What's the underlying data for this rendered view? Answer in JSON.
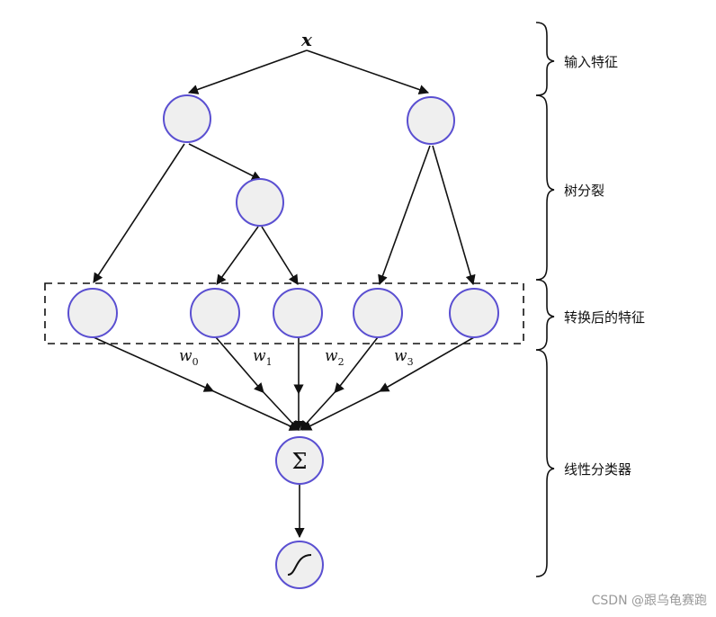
{
  "input_label": "x",
  "layer_labels": {
    "input": "输入特征",
    "tree_split": "树分裂",
    "transformed": "转换后的特征",
    "linear": "线性分类器"
  },
  "weights": [
    {
      "base": "w",
      "sub": "0"
    },
    {
      "base": "w",
      "sub": "1"
    },
    {
      "base": "w",
      "sub": "2"
    },
    {
      "base": "w",
      "sub": "3"
    }
  ],
  "sum_symbol": "Σ",
  "watermark": "CSDN @跟乌龟赛跑"
}
